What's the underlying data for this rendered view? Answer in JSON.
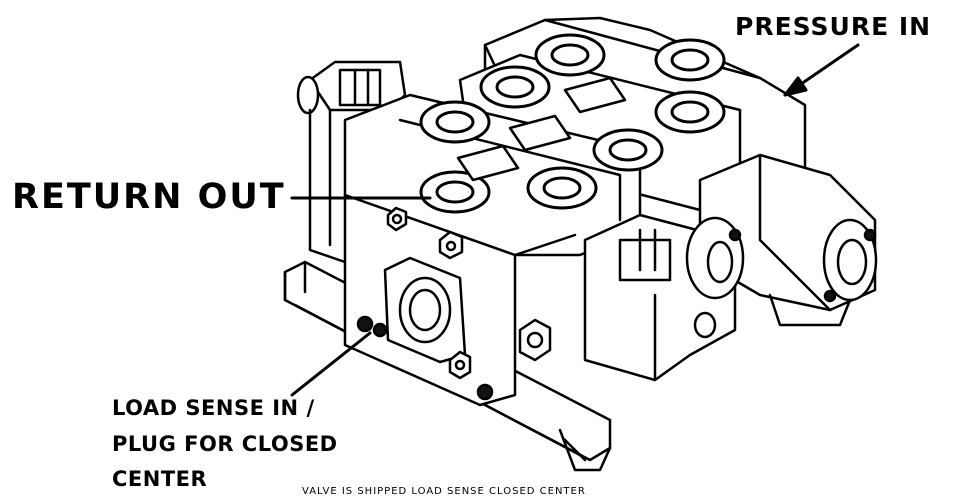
{
  "labels": {
    "pressure_in": "PRESSURE IN",
    "return_out": "RETURN OUT",
    "load_sense": {
      "line1": "LOAD SENSE IN /",
      "line2": "PLUG FOR CLOSED",
      "line3": "CENTER"
    }
  },
  "footnote": "VALVE IS SHIPPED LOAD SENSE CLOSED CENTER",
  "colors": {
    "ink": "#000000",
    "paper": "#ffffff",
    "dark_fill": "#111111"
  }
}
